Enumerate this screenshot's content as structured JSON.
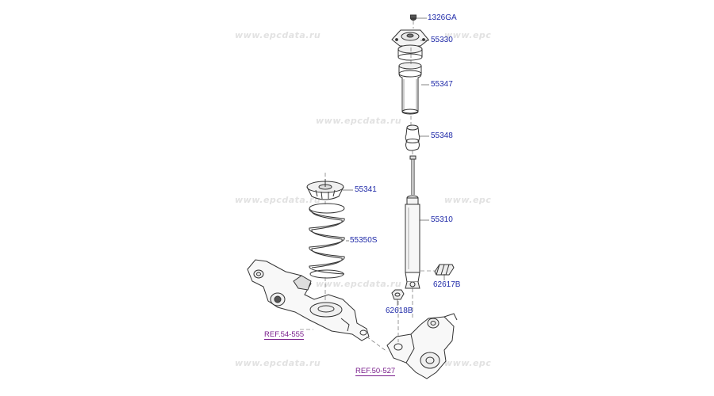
{
  "watermark": "www.epcdata.ru",
  "watermark_partial": "www.epc",
  "parts": {
    "top_nut": "1326GA",
    "mount": "55330",
    "dust_cover": "55347",
    "bumper": "55348",
    "spring_pad": "55341",
    "shock_absorber": "55310",
    "coil_spring": "55350S",
    "bolt": "62617B",
    "nut": "62618B"
  },
  "refs": {
    "lower_arm": "REF.54-555",
    "knuckle": "REF.50-527"
  },
  "colors": {
    "part_number": "#1f2aa8",
    "reference": "#7a1f8c",
    "line_art": "#333333",
    "watermark": "#e2e2e2"
  }
}
